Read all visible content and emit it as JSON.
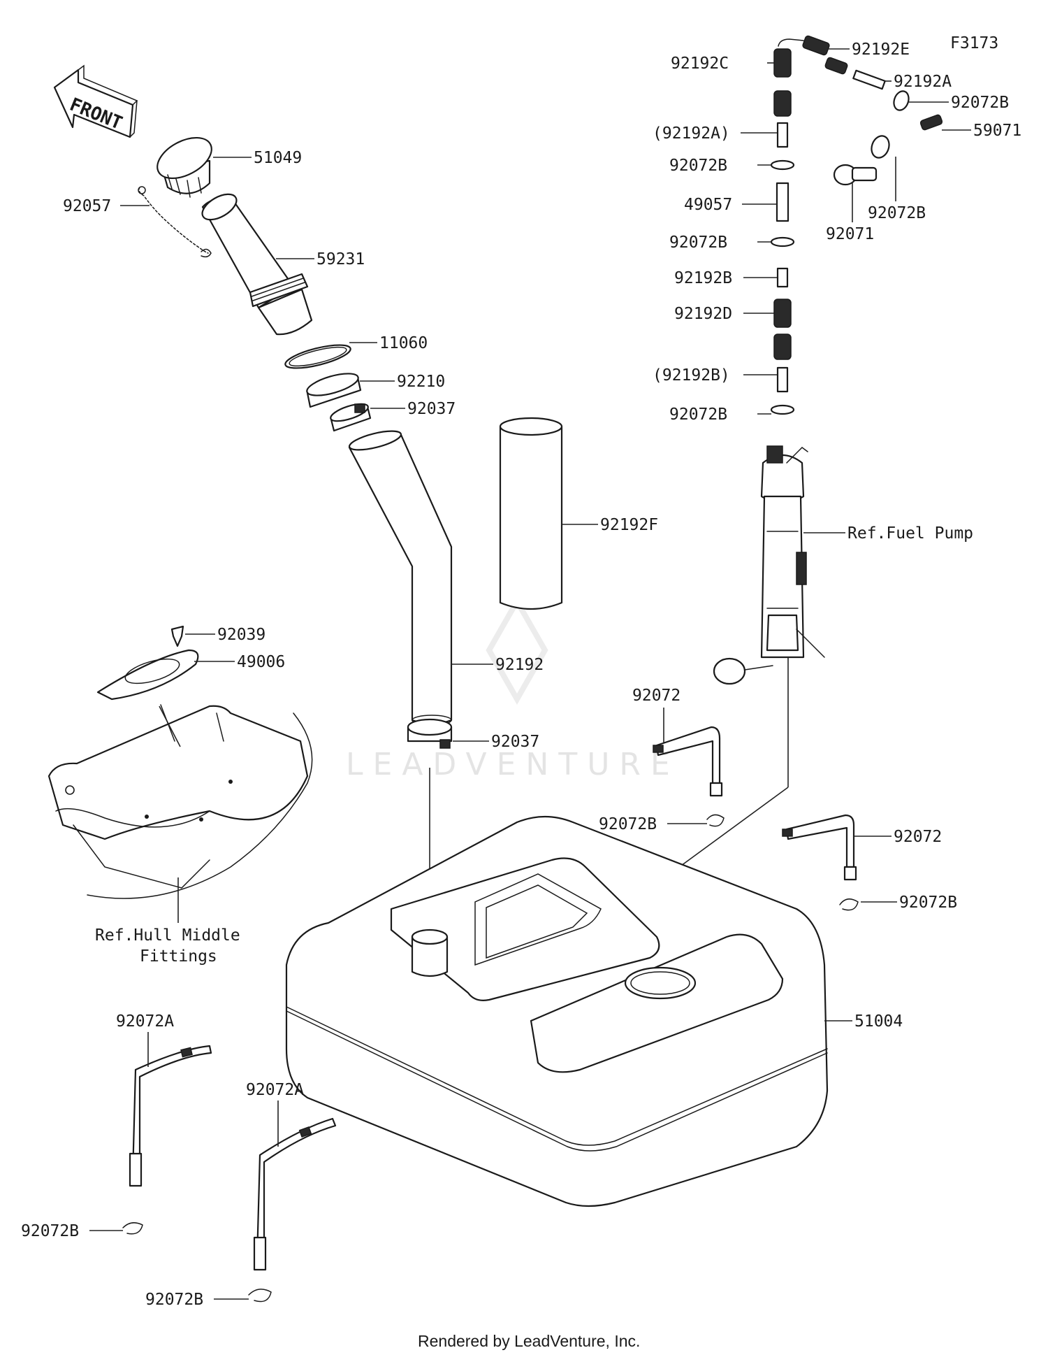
{
  "figure_code": "F3173",
  "front_label": "FRONT",
  "watermark": "LEADVENTURE",
  "footer": "Rendered by LeadVenture, Inc.",
  "references": {
    "fuel_pump": "Ref.Fuel Pump",
    "hull_line1": "Ref.Hull Middle",
    "hull_line2": "Fittings"
  },
  "labels": {
    "p51049": "51049",
    "p92057": "92057",
    "p59231": "59231",
    "p11060": "11060",
    "p92210": "92210",
    "p92037a": "92037",
    "p92037b": "92037",
    "p92192": "92192",
    "p92192F": "92192F",
    "p92039": "92039",
    "p49006": "49006",
    "p92192C": "92192C",
    "p92192E": "92192E",
    "p92192A": "92192A",
    "p92072B_top": "92072B",
    "p59071": "59071",
    "p92192A_paren": "(92192A)",
    "p92072B_1": "92072B",
    "p49057": "49057",
    "p92071": "92071",
    "p92072B_r": "92072B",
    "p92072B_2": "92072B",
    "p92192B": "92192B",
    "p92192D": "92192D",
    "p92192B_paren": "(92192B)",
    "p92072B_3": "92072B",
    "p92072_a": "92072",
    "p92072B_4": "92072B",
    "p92072_b": "92072",
    "p92072B_5": "92072B",
    "p51004": "51004",
    "p92072A_a": "92072A",
    "p92072A_b": "92072A",
    "p92072B_6": "92072B",
    "p92072B_7": "92072B"
  }
}
